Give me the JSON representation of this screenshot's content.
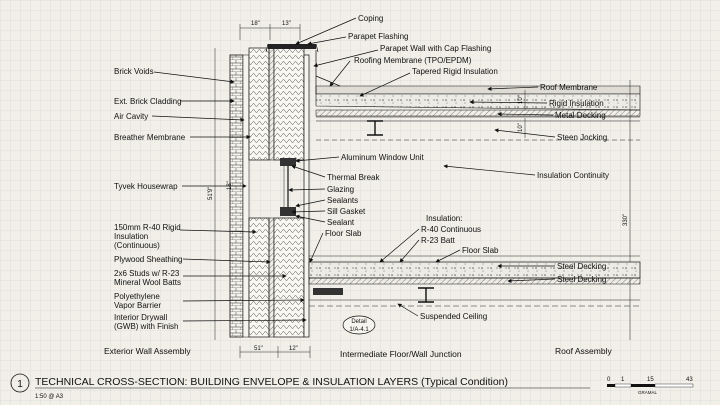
{
  "labels_left": [
    {
      "id": "brick-voids",
      "text": "Brick Voids"
    },
    {
      "id": "ext-brick-cladding",
      "text": "Ext. Brick Cladding"
    },
    {
      "id": "air-cavity",
      "text": "Air Cavity"
    },
    {
      "id": "breather-membrane",
      "text": "Breather Membrane"
    },
    {
      "id": "tyvek-housewrap",
      "text": "Tyvek Housewrap"
    },
    {
      "id": "rigid-insulation-1",
      "text": "150mm R-40 Rigid"
    },
    {
      "id": "rigid-insulation-2",
      "text": "Insulation"
    },
    {
      "id": "rigid-insulation-3",
      "text": "(Continuous)"
    },
    {
      "id": "plywood-sheathing",
      "text": "Plywood Sheathing"
    },
    {
      "id": "studs-1",
      "text": "2x6 Studs w/ R-23"
    },
    {
      "id": "studs-2",
      "text": "Mineral Wool Batts"
    },
    {
      "id": "polyethylene",
      "text": "Polyethylene"
    },
    {
      "id": "vapor-barrier",
      "text": "Vapor Barrier"
    },
    {
      "id": "drywall-1",
      "text": "Interior Drywall"
    },
    {
      "id": "drywall-2",
      "text": "(GWB) with Finish"
    }
  ],
  "labels_center": [
    {
      "id": "coping",
      "text": "Coping"
    },
    {
      "id": "parapet-flashing",
      "text": "Parapet Flashing"
    },
    {
      "id": "parapet-wall",
      "text": "Parapet Wall with Cap Flashing"
    },
    {
      "id": "roofing-membrane-tpo",
      "text": "Roofing Membrane (TPO/EPDM)"
    },
    {
      "id": "tapered-rigid-insulation",
      "text": "Tapered Rigid Insulation"
    },
    {
      "id": "aluminum-window-unit",
      "text": "Aluminum Window Unit"
    },
    {
      "id": "thermal-break",
      "text": "Thermal Break"
    },
    {
      "id": "glazing",
      "text": "Glazing"
    },
    {
      "id": "sealants",
      "text": "Sealants"
    },
    {
      "id": "sill-gasket",
      "text": "Sill Gasket"
    },
    {
      "id": "sealant",
      "text": "Sealant"
    },
    {
      "id": "floor-slab-1",
      "text": "Floor Slab"
    },
    {
      "id": "insulation-heading",
      "text": "Insulation:"
    },
    {
      "id": "r40-continuous",
      "text": "R-40 Continuous"
    },
    {
      "id": "r23-batt",
      "text": "R-23 Batt"
    },
    {
      "id": "floor-slab-2",
      "text": "Floor Slab"
    },
    {
      "id": "suspended-ceiling",
      "text": "Suspended Ceiling"
    }
  ],
  "labels_right": [
    {
      "id": "roof-membrane",
      "text": "Roof Membrane"
    },
    {
      "id": "rigid-insulation",
      "text": "Rigid Insulation"
    },
    {
      "id": "metal-decking",
      "text": "Metal Decking"
    },
    {
      "id": "steen-jocking",
      "text": "Steen Jocking"
    },
    {
      "id": "insulation-continuity",
      "text": "Insulation Continuity"
    },
    {
      "id": "steel-decking-1",
      "text": "Steel Decking"
    },
    {
      "id": "steel-decking-2",
      "text": "Steel Decking"
    }
  ],
  "dimensions": {
    "top_left": "18\"",
    "top_right": "13\"",
    "overall_height": "51'9\"",
    "mid": "18\"",
    "roof_a": "10\"",
    "roof_b": "10\"",
    "roof_height": "330\"",
    "bottom_left": "51\"",
    "bottom_right": "12\""
  },
  "detail_callout": {
    "line1": "Detail",
    "line2": "1/A-4.1"
  },
  "section_titles": {
    "exterior": "Exterior Wall Assembly",
    "floor": "Intermediate Floor/Wall Junction",
    "roof": "Roof Assembly"
  },
  "title_block": {
    "number": "1",
    "title": "TECHNICAL CROSS-SECTION: BUILDING ENVELOPE & INSULATION LAYERS (Typical Condition)",
    "scale": "1:50 @ A3"
  },
  "scale_bar": {
    "ticks": [
      "0",
      "1",
      "15",
      "43"
    ],
    "label": "GRAMAL"
  },
  "colors": {
    "background": "#f1efe7",
    "grid": "#cfd2d6",
    "ink": "#111111"
  }
}
